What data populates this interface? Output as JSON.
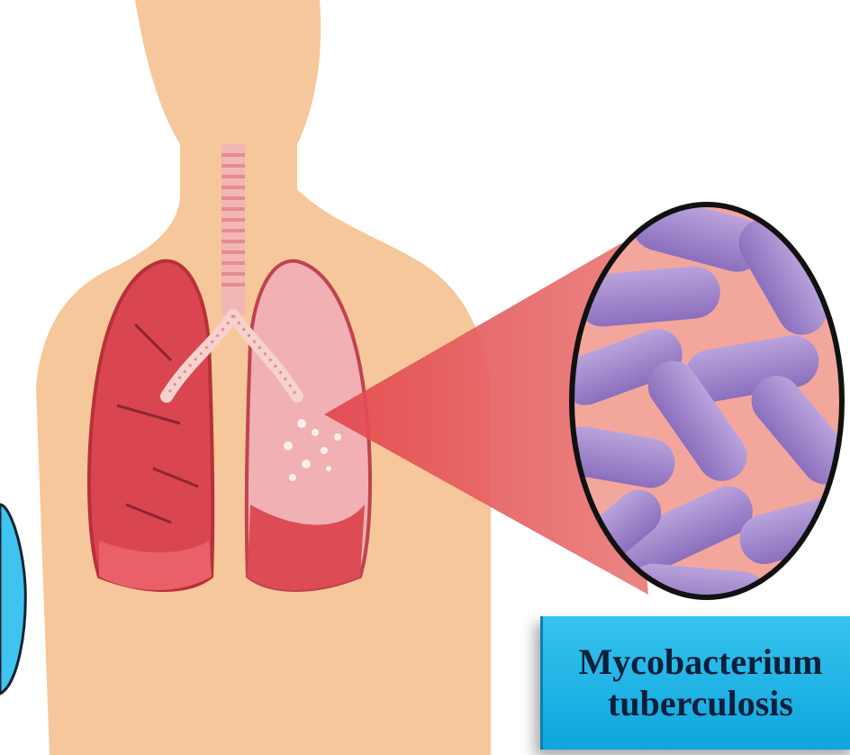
{
  "label": {
    "line1": "Mycobacterium",
    "line2": "tuberculosis"
  },
  "colors": {
    "skin": "#f7c99a",
    "lung_left": "#d9434d",
    "lung_right": "#f2b4b8",
    "bacteria": "#9e84c8",
    "bacteria_bg": "#f3a49a",
    "label_bg": "#1fb2e6",
    "label_text": "#0b1f3a",
    "cone": "#e0484f"
  },
  "icons": [
    "lungs-illustration",
    "trachea-illustration",
    "bacteria-magnifier",
    "human-silhouette"
  ]
}
